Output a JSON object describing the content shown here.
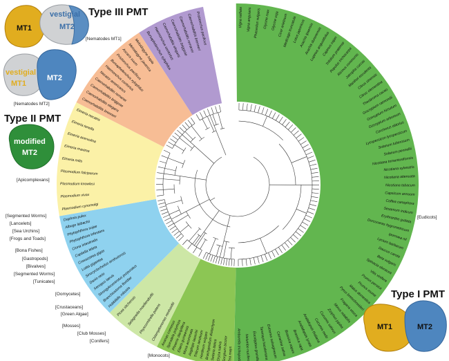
{
  "titles": {
    "type_iii": "Type III PMT",
    "type_ii": "Type II PMT",
    "type_i": "Type I PMT"
  },
  "structures": {
    "iii_top": {
      "mt1": "MT1",
      "mt2_lines": [
        "vestigial",
        "MT2"
      ]
    },
    "iii_bottom": {
      "mt1_lines": [
        "vestigial",
        "MT1"
      ],
      "mt2": "MT2"
    },
    "ii": {
      "lines": [
        "modified",
        "MT2"
      ]
    },
    "i": {
      "mt1": "MT1",
      "mt2": "MT2"
    }
  },
  "labels": [
    "[Nematodes MT1]",
    "[Nematodes MT2]",
    "[Apicomplexans]",
    "[Segmented Worms]",
    "[Lancelets]",
    "[Sea Urchins]",
    "[Frogs and Toads]",
    "[Bona Fishes]",
    "[Gastropods]",
    "[Bivalves]",
    "[Segmented Worms]",
    "[Tunicates]",
    "[Oomycetes]",
    "[Crustaceans]",
    "[Green Algae]",
    "[Mosses]",
    "[Club Mosses]",
    "[Conifers]",
    "[Monocots]",
    "[Eudicots]"
  ],
  "species": {
    "nematodes_mt1": [
      "Bursaphelenchus xylophilus",
      "Haemonchus contortus",
      "Caenorhabditis elegans",
      "Caenorhabditis briggsae",
      "Caenorhabditis remanei",
      "Caenorhabditis brenneri",
      "Pristionchus pacificus"
    ],
    "nematodes_mt2": [
      "Caenorhabditis brenneri",
      "Caenorhabditis elegans",
      "Caenorhabditis briggsae",
      "Caenorhabditis remanei",
      "Necator americanus",
      "Haemonchus contortus",
      "Bursaphelenchus xylophilus",
      "Pristionchus pacificus",
      "Ascaris suum",
      "Meloidogyne javanica",
      "Meloidogyne hapla"
    ],
    "apicomplexans": [
      "Plasmodium cynomolgi",
      "Plasmodium vivax",
      "Plasmodium knowlesi",
      "Plasmodium falciparum",
      "Eimeria mitis",
      "Eimeria maxima",
      "Eimeria acervulina",
      "Eimeria tenella",
      "Eimeria necatrix"
    ],
    "animals": [
      "Hobbilidis robusta",
      "Branchiostoma floridae",
      "Strongylocentrotus purpuratus",
      "Xenopus laevis",
      "Danio rerio",
      "Sinocyclocheilus anshuiensis",
      "Lottia gigantea",
      "Crassostrea gigas",
      "Capitella teleta",
      "Ciona intestinalis",
      "Phytophthora infestans",
      "Phytophthora sojae",
      "Albugo laibachii",
      "Daphnia pulex"
    ],
    "plants_basal": [
      "Chlamydomonas reinhardtii",
      "Physcomitrella patens",
      "Selaginella moellendorffii",
      "Picea sitchensis"
    ],
    "monocots": [
      "Zea mays",
      "Sorghum bicolor",
      "Oryza sativa",
      "Setaria italica",
      "Brachypodium distachyon",
      "Hordeum vulgare",
      "Triticum aestivum",
      "Aegilops tauschii",
      "Musa acuminata",
      "Elaeis guineensis",
      "Phoenix dactylifera",
      "Spirodela polyrhiza",
      "Ananas comosus"
    ],
    "eudicots": [
      "Vigna radiata",
      "Vigna angularis",
      "Phaseolus vulgaris",
      "Glycine max",
      "Glycine soja",
      "Cicer arietinum",
      "Medicago truncatula",
      "Lotus japonicus",
      "Arachis ipaensis",
      "Arachis duranensis",
      "Lupinus angustifolius",
      "Cajanus cajan",
      "Trifolium pratense",
      "Populus trichocarpa",
      "Ricinus communis",
      "Jatropha curcas",
      "Manihot esculenta",
      "Citrus sinensis",
      "Citrus clementina",
      "Theobroma cacao",
      "Gossypium raimondii",
      "Gossypium hirsutum",
      "Gossypium arboreum",
      "Corchorus olitorius",
      "Lycopersicon lycopersicum",
      "Solanum tuberosum",
      "Solanum pennellii",
      "Nicotiana tomentosiformis",
      "Nicotiana sylvestris",
      "Nicotiana attenuata",
      "Nicotiana tabacum",
      "Capsicum annuum",
      "Coffea canephora",
      "Sesamum indicum",
      "Erythranthe guttata",
      "Dorcoceras hygrometricum",
      "Ipomoea nil",
      "Lycium barbarum",
      "Daucus carota",
      "Beta vulgaris",
      "Spinacia oleracea",
      "Vitis vinifera",
      "Prunus persica",
      "Prunus mume",
      "Malus domestica",
      "Pyrus bretschneideri",
      "Fragaria vesca",
      "Morus notabilis",
      "Ziziphus jujuba",
      "Cucumis sativus",
      "Cucumis melo",
      "Arabidopsis thaliana",
      "Arabidopsis lyrata",
      "Brassica rapa",
      "Brassica napus",
      "Camelina sativa",
      "Eutrema salsugineum",
      "Tarenaya hassleriana",
      "Eucalyptus grandis",
      "Nelumbo nucifera",
      "Amborella trichopoda"
    ]
  }
}
